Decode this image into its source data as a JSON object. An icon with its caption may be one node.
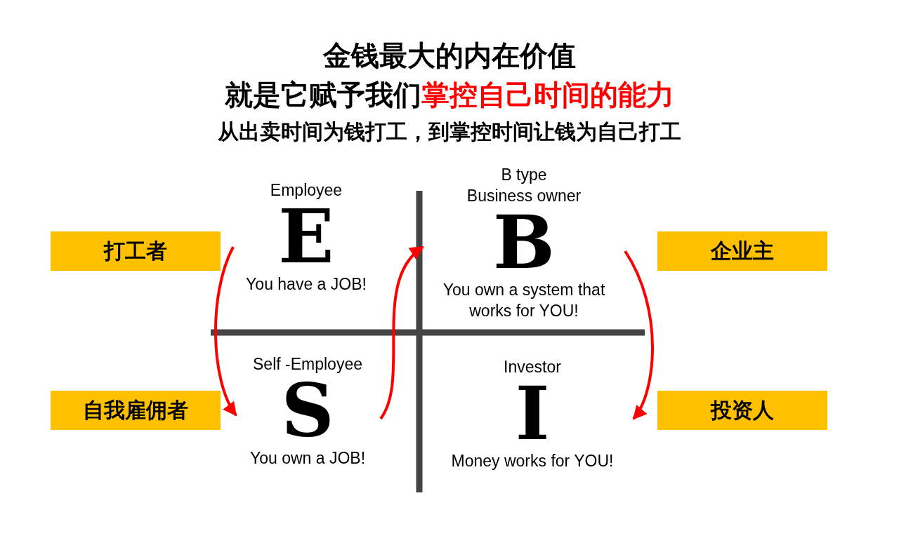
{
  "diagram": {
    "title": "金钱最大的内在价值",
    "nodes": [
      {
        "text": [
          "打工者"
        ]
      },
      {
        "text": [
          "Employee",
          "E",
          "You have a JOB!"
        ]
      },
      {
        "text": [
          "B type",
          "Business owner",
          "B",
          "You own a system that works for YOU!"
        ]
      },
      {
        "text": [
          "企业主"
        ]
      },
      {
        "text": [
          "自我雇佣者"
        ]
      },
      {
        "text": [
          "Self -Employee",
          "S",
          "You own a JOB!"
        ]
      },
      {
        "text": [
          "Investor",
          "I",
          "Money works for YOU!"
        ]
      },
      {
        "text": [
          "投资人"
        ]
      }
    ],
    "edges": [
      {
        "from": 1,
        "to": 5,
        "arrow": "to"
      },
      {
        "from": 5,
        "to": 2,
        "arrow": "to"
      },
      {
        "from": 2,
        "to": 6,
        "arrow": "to"
      }
    ],
    "labels": [
      "就是它赋予我们",
      "掌控自己时间的能力",
      "从出卖时间为钱打工，到掌控时间让钱为自己打工"
    ]
  }
}
